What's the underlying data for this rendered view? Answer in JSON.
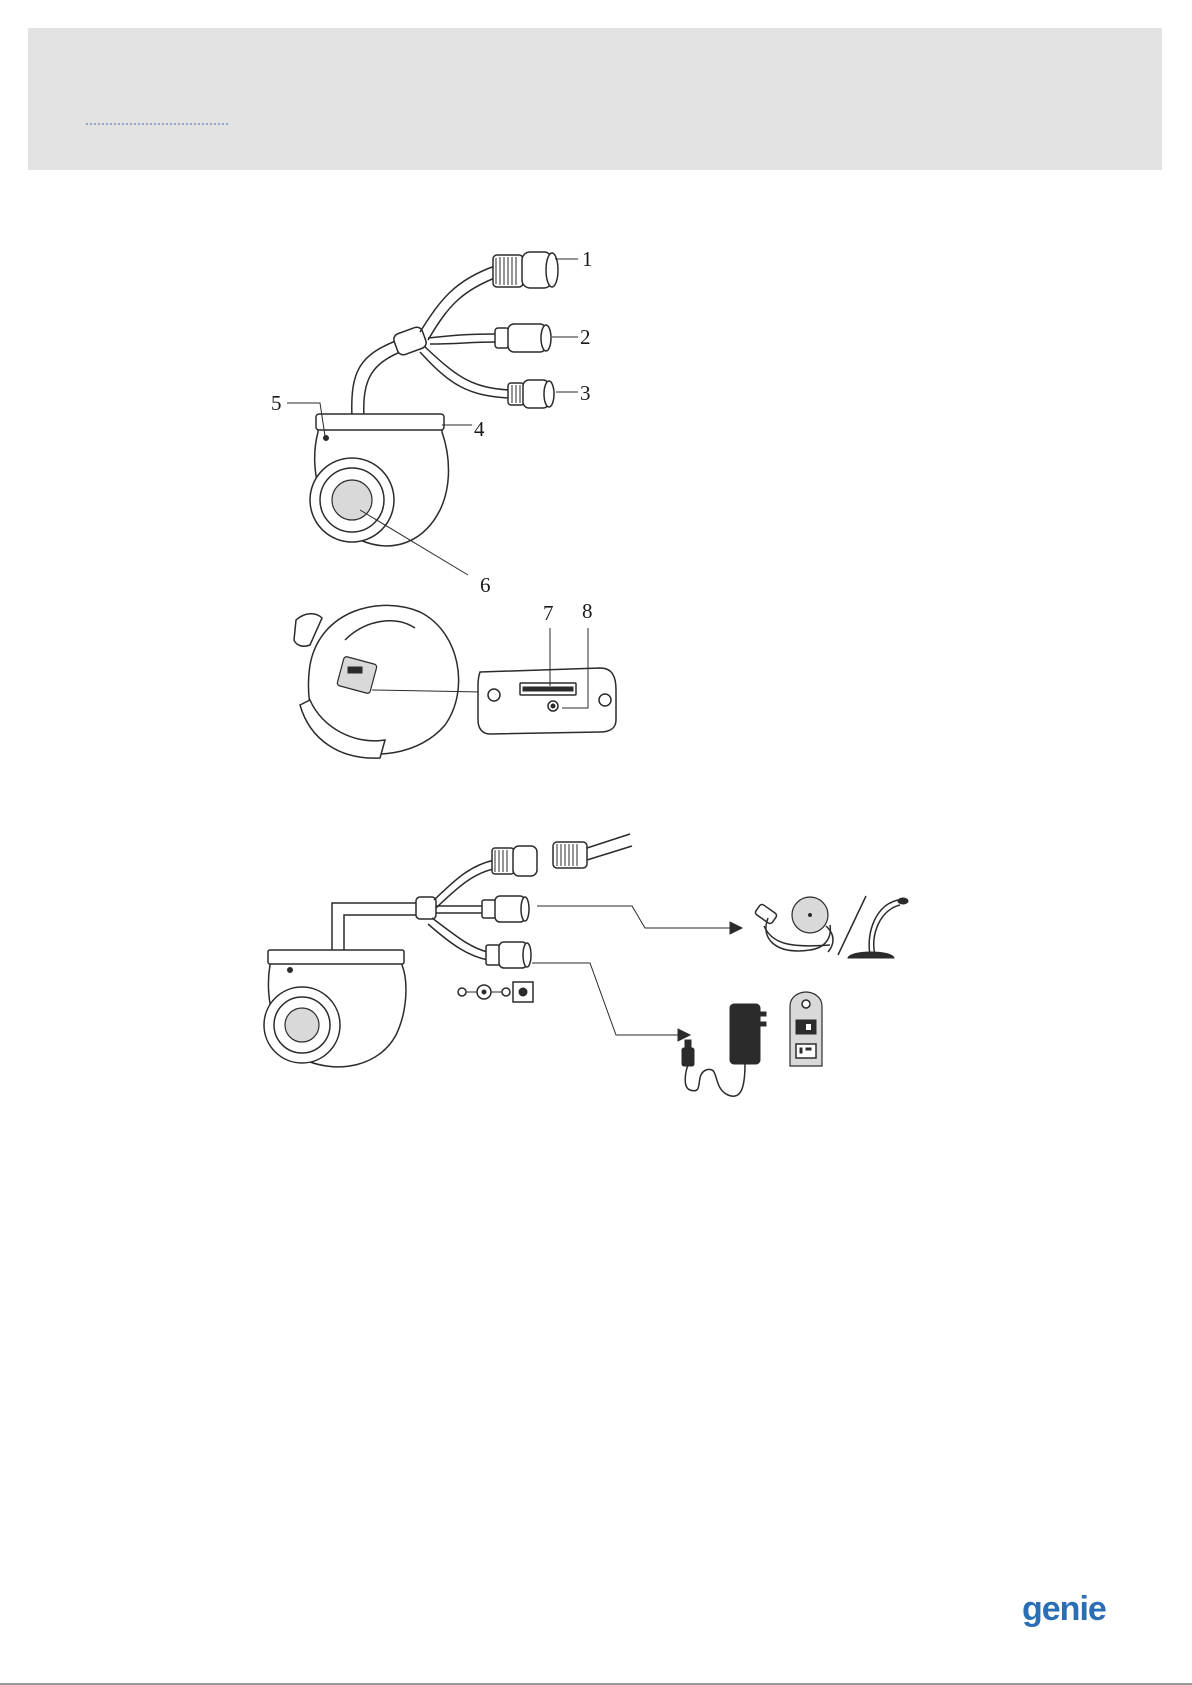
{
  "callouts": {
    "c1": "1",
    "c2": "2",
    "c3": "3",
    "c4": "4",
    "c5": "5",
    "c6": "6",
    "c7": "7",
    "c8": "8"
  },
  "logo": {
    "text": "genie",
    "color": "#2a6fb5"
  },
  "colors": {
    "header_band": "#e3e3e4",
    "line_art": "#2b2b2b"
  },
  "icons": [
    "camera-dome-icon",
    "network-connector-icon",
    "audio-connector-icon",
    "power-connector-icon",
    "sd-card-slot-icon",
    "microphone-icon",
    "power-adapter-icon",
    "power-outlet-icon"
  ]
}
